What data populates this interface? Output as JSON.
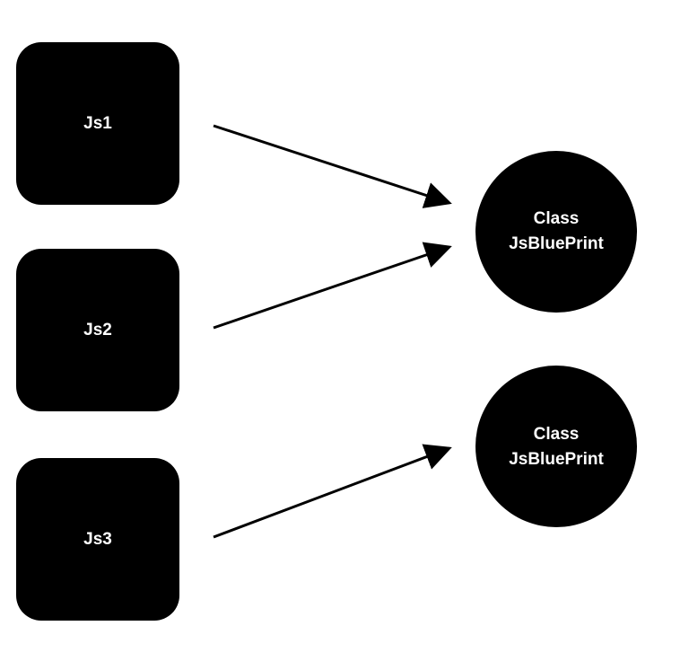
{
  "nodes": {
    "js1": {
      "label": "Js1"
    },
    "js2": {
      "label": "Js2"
    },
    "js3": {
      "label": "Js3"
    },
    "class_a": {
      "line1": "Class",
      "line2": "JsBluePrint"
    },
    "class_b": {
      "line1": "Class",
      "line2": "JsBluePrint"
    }
  },
  "edges": [
    {
      "from": "js1",
      "to": "class_a"
    },
    {
      "from": "js2",
      "to": "class_a"
    },
    {
      "from": "js3",
      "to": "class_b"
    }
  ],
  "colors": {
    "node_fill": "#000000",
    "node_text": "#ffffff",
    "edge": "#000000",
    "background": "#ffffff"
  }
}
